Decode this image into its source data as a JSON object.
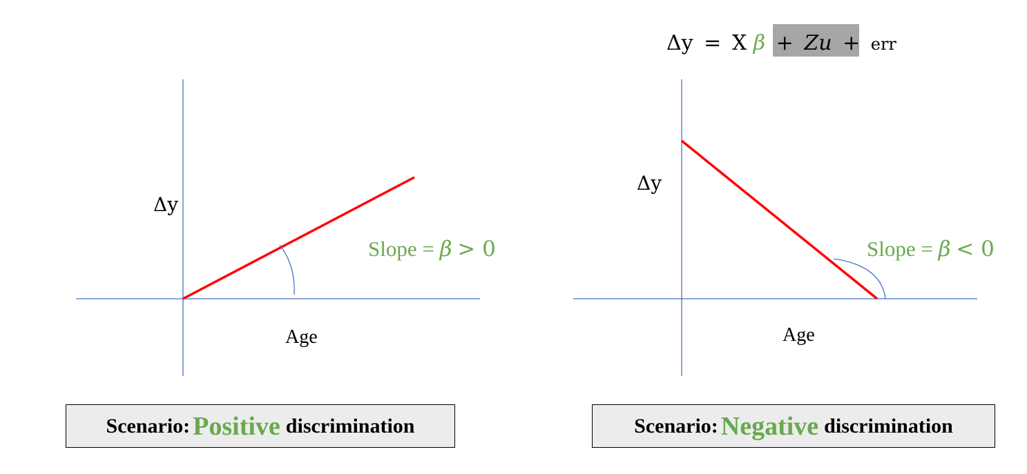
{
  "equation": {
    "lhs": "Δy",
    "eq": "=",
    "x": "X",
    "beta": "β",
    "plus1": "+",
    "zu": "Zu",
    "plus2": "+",
    "err": "err"
  },
  "colors": {
    "axis": "#4472c4",
    "line": "#ff0000",
    "green": "#6aa84f",
    "highlight": "#a6a6a6",
    "box_fill": "#ececec"
  },
  "left_panel": {
    "y_label": "Δy",
    "x_label": "Age",
    "slope_text": "Slope = ",
    "slope_beta": "β",
    "slope_rel": " > 0",
    "scenario_prefix": "Scenario:",
    "scenario_word": "Positive",
    "scenario_suffix": "discrimination"
  },
  "right_panel": {
    "y_label": "Δy",
    "x_label": "Age",
    "slope_text": "Slope = ",
    "slope_beta": "β",
    "slope_rel": " < 0",
    "scenario_prefix": "Scenario:",
    "scenario_word": "Negative",
    "scenario_suffix": "discrimination"
  }
}
